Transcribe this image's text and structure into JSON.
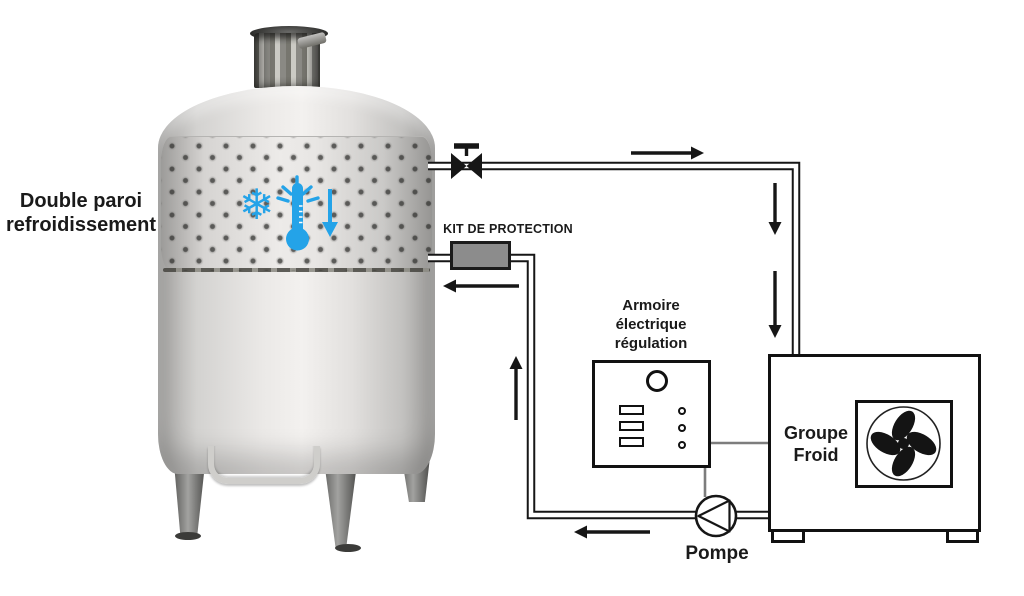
{
  "tank": {
    "label": "Double paroi refroidissement"
  },
  "protection_kit": {
    "label": "KIT DE PROTECTION"
  },
  "cabinet": {
    "label": "Armoire électrique régulation"
  },
  "chiller": {
    "label": "Groupe Froid"
  },
  "pump": {
    "label": "Pompe"
  },
  "icons": {
    "snowflake_glyph": "❄",
    "snowflake": "snowflake-icon",
    "thermometer": "thermometer-icon",
    "valve": "valve-icon",
    "fan": "fan-icon",
    "pump_symbol": "pump-icon"
  },
  "colors": {
    "accent_blue": "#24A3E8",
    "kit_gray": "#8C8C8C",
    "line_black": "#161616",
    "control_gray": "#7D7D7D",
    "background": "#FFFFFF"
  }
}
